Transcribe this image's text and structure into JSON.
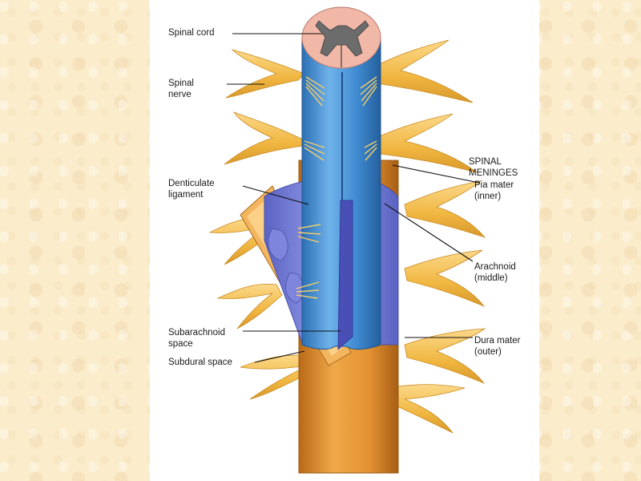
{
  "labels": {
    "spinal_cord": "Spinal cord",
    "spinal_nerve": [
      "Spinal",
      "nerve"
    ],
    "denticulate_ligament": [
      "Denticulate",
      "ligament"
    ],
    "spinal_meninges": [
      "SPINAL",
      "MENINGES"
    ],
    "pia_mater": [
      "Pia mater",
      "(inner)"
    ],
    "arachnoid": [
      "Arachnoid",
      "(middle)"
    ],
    "dura_mater": [
      "Dura mater",
      "(outer)"
    ],
    "subarachnoid_space": [
      "Subarachnoid",
      "space"
    ],
    "subdural_space": "Subdural space"
  },
  "colors": {
    "background": "#fbeccb",
    "panel": "#ffffff",
    "dura": "#e8a03c",
    "arachnoid": "#7a86d8",
    "pia_cord": "#4a95d6",
    "nerve": "#f3c35a",
    "gray_matter": "#6c6c6c",
    "cord_section": "#f1b8a8"
  }
}
